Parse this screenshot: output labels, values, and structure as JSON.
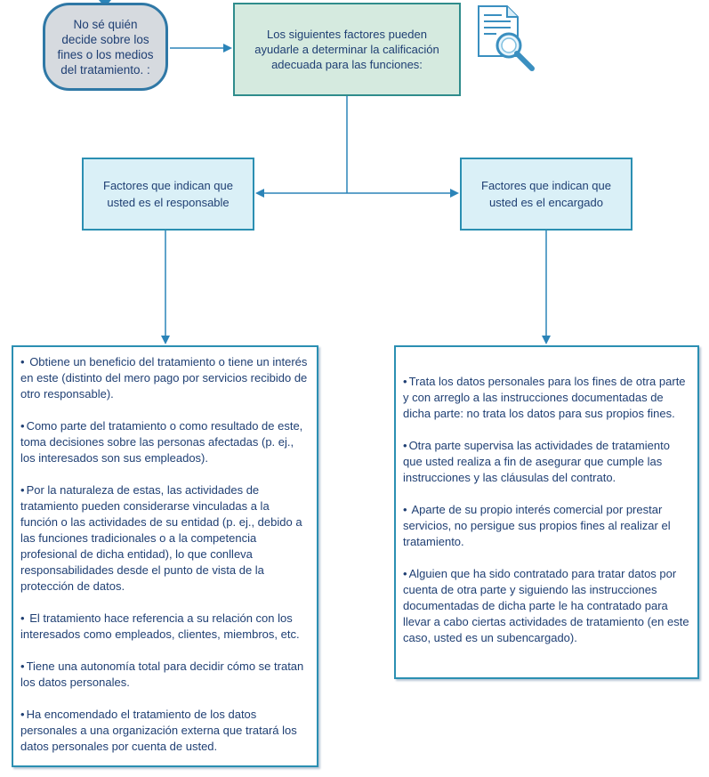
{
  "start_node": {
    "text": "No sé quién decide sobre los fines o los medios del tratamiento. :"
  },
  "intro_box": {
    "text": "Los siguientes factores pueden ayudarle a determinar la calificación adecuada para las funciones:"
  },
  "factor_responsible": {
    "title": "Factores que indican que usted es el responsable",
    "items": [
      "Obtiene un beneficio del tratamiento o tiene un interés en este (distinto del mero pago por servicios recibido de otro responsable).",
      "Como parte del tratamiento o como resultado de este, toma decisiones sobre las personas afectadas (p. ej., los interesados son sus empleados).",
      "Por la naturaleza de estas, las actividades de tratamiento pueden considerarse vinculadas a la función o las actividades de su entidad (p. ej., debido a las funciones tradicionales o a la competencia profesional de dicha entidad), lo que conlleva responsabilidades desde el punto de vista de la protección de datos.",
      "El tratamiento hace referencia a su relación con los interesados como empleados, clientes, miembros, etc.",
      "Tiene una autonomía total para decidir cómo se tratan los datos personales.",
      "Ha encomendado el tratamiento de los datos personales a una organización externa que tratará los datos personales por cuenta de usted."
    ]
  },
  "factor_processor": {
    "title": "Factores que indican que usted es el encargado",
    "items": [
      "Trata los datos personales para los fines de otra parte y con arreglo a las instrucciones documentadas de dicha parte: no trata los datos para sus propios fines.",
      "Otra parte supervisa las actividades de tratamiento que usted realiza a fin de asegurar que cumple las instrucciones y las cláusulas del contrato.",
      "Aparte de su propio interés comercial por prestar servicios, no persigue sus propios fines al realizar el tratamiento.",
      "Alguien que ha sido contratado para tratar datos por cuenta de otra parte y siguiendo las instrucciones documentadas de dicha parte le ha contratado para llevar a cabo ciertas actividades de tratamiento (en este caso, usted es un subencargado)."
    ]
  },
  "icons": {
    "document_search": "document-search-icon"
  },
  "colors": {
    "connector": "#2b84b8",
    "text": "#1f3f73",
    "start_fill": "#d6dadf",
    "intro_fill": "#d5eadf",
    "factor_fill": "#daf0f7",
    "box_border": "#2b8fb2"
  }
}
